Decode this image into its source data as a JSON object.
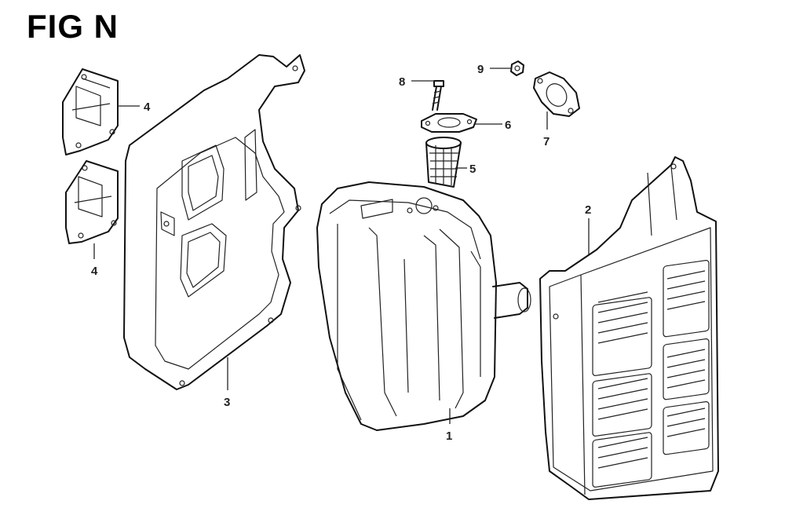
{
  "figure": {
    "title": "FIG N"
  },
  "callouts": [
    {
      "id": "c1",
      "label": "1"
    },
    {
      "id": "c2",
      "label": "2"
    },
    {
      "id": "c3",
      "label": "3"
    },
    {
      "id": "c4a",
      "label": "4"
    },
    {
      "id": "c4b",
      "label": "4"
    },
    {
      "id": "c5",
      "label": "5"
    },
    {
      "id": "c6",
      "label": "6"
    },
    {
      "id": "c7",
      "label": "7"
    },
    {
      "id": "c8",
      "label": "8"
    },
    {
      "id": "c9",
      "label": "9"
    }
  ]
}
